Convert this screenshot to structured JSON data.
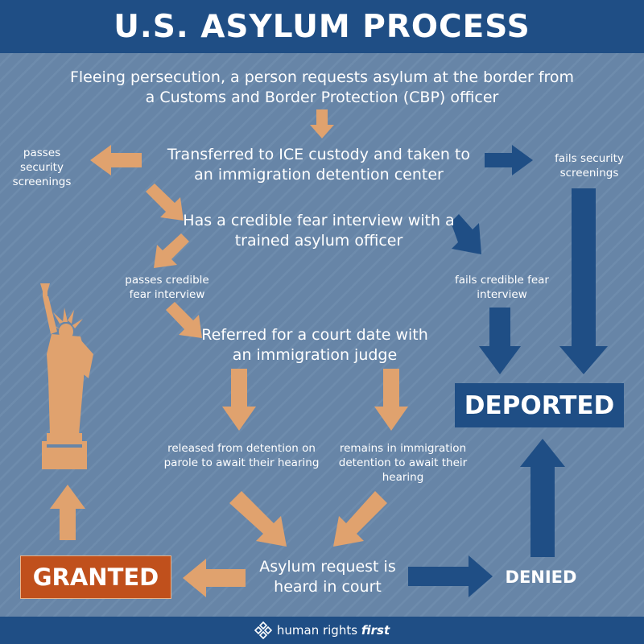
{
  "title": "U.S. ASYLUM PROCESS",
  "steps": {
    "request": "Fleeing persecution, a person requests asylum at the border from a Customs and Border Protection (CBP) officer",
    "transferred": "Transferred to ICE custody and taken to an immigration detention center",
    "interview": "Has a credible fear interview with a trained asylum officer",
    "referred": "Referred for a court date with an immigration judge",
    "heard": "Asylum request is heard in court"
  },
  "labels": {
    "passes_security": "passes security screenings",
    "fails_security": "fails security screenings",
    "passes_fear": "passes credible fear interview",
    "fails_fear": "fails credible fear interview",
    "released": "released from detention on parole to await their hearing",
    "remains": "remains in immigration detention to await their hearing"
  },
  "outcomes": {
    "deported": "DEPORTED",
    "granted": "GRANTED",
    "denied": "DENIED"
  },
  "footer": {
    "brand_regular": "human rights",
    "brand_italic": "first"
  },
  "colors": {
    "background": "#6785a7",
    "header": "#1f4e85",
    "orange_arrow": "#e0a26e",
    "blue_arrow": "#1f4e85",
    "granted_box": "#c0501c",
    "deported_box": "#1f4e85"
  }
}
